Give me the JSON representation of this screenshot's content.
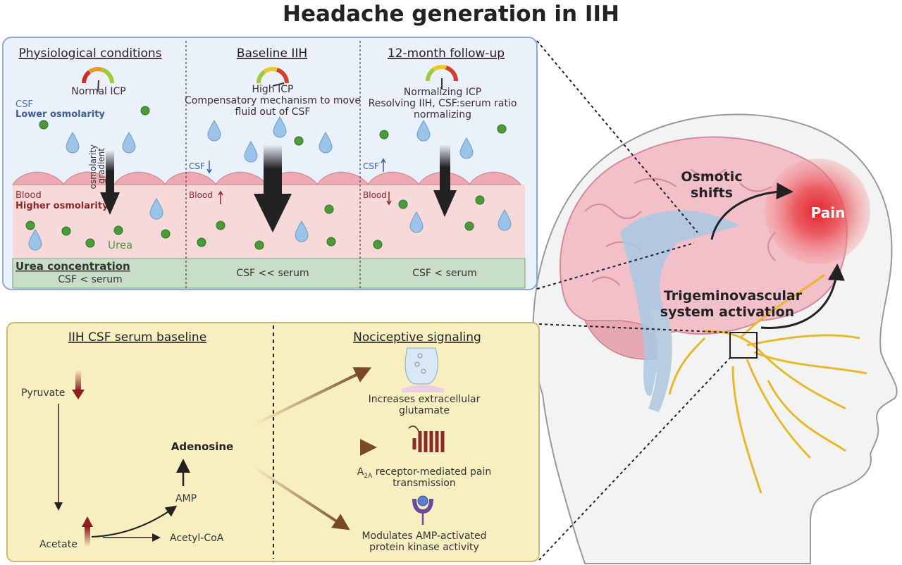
{
  "title": "Headache generation in IIH",
  "top_panel": {
    "columns": [
      {
        "heading": "Physiological conditions",
        "gauge_label": "Normal ICP",
        "gauge_level": "normal"
      },
      {
        "heading": "Baseline IIH",
        "gauge_label": "High ICP",
        "note_line1": "Compensatory mechanism to move",
        "note_line2": "fluid out of CSF",
        "gauge_level": "high",
        "csf_label": "CSF",
        "csf_arrow": "down",
        "blood_label": "Blood",
        "blood_arrow": "up"
      },
      {
        "heading": "12-month follow-up",
        "gauge_label": "Normalizing ICP",
        "note_line1": "Resolving IIH, CSF:serum ratio",
        "note_line2": "normalizing",
        "gauge_level": "medium",
        "csf_label": "CSF",
        "csf_arrow": "up",
        "blood_label": "Blood",
        "blood_arrow": "down"
      }
    ],
    "csf_label": "CSF",
    "csf_osmolarity": "Lower osmolarity",
    "blood_label": "Blood",
    "blood_osmolarity": "Higher osmolarity",
    "gradient_line1": "osmolarity",
    "gradient_line2": "gradient",
    "urea_label": "Urea",
    "urea_heading": "Urea concentration",
    "urea_values": [
      "CSF < serum",
      "CSF << serum",
      "CSF < serum"
    ]
  },
  "bottom_panel": {
    "left_heading": "IIH CSF serum baseline",
    "right_heading": "Nociceptive signaling",
    "pyruvate": "Pyruvate",
    "acetate": "Acetate",
    "amp": "AMP",
    "adenosine": "Adenosine",
    "acetyl_coa": "Acetyl-CoA",
    "effects": [
      {
        "line1": "Increases extracellular",
        "line2": "glutamate"
      },
      {
        "line1_prefix": "A",
        "line1_sub": "2A",
        "line1": " receptor-mediated pain",
        "line2": "transmission"
      },
      {
        "line1": "Modulates AMP-activated",
        "line2": "protein kinase activity"
      }
    ]
  },
  "head": {
    "osmotic_line1": "Osmotic",
    "osmotic_line2": "shifts",
    "pain": "Pain",
    "trigeminal_line1": "Trigeminovascular",
    "trigeminal_line2": "system activation"
  },
  "colors": {
    "top_panel_bg": "#eaf1fb",
    "top_panel_border": "#8fa8d8",
    "blood_bg": "#f6d9d8",
    "urea_bar": "#c8dec6",
    "bottom_panel_bg": "#f8efc1",
    "bottom_panel_border": "#d6b57a",
    "urea_dot": "#4c9b3a",
    "droplet": "#9cc4e8",
    "increase_arrow": "#8b1e1e",
    "brown_arrow": "#7a4a22",
    "pain": "#e0242a",
    "nerve": "#e8b82c"
  }
}
